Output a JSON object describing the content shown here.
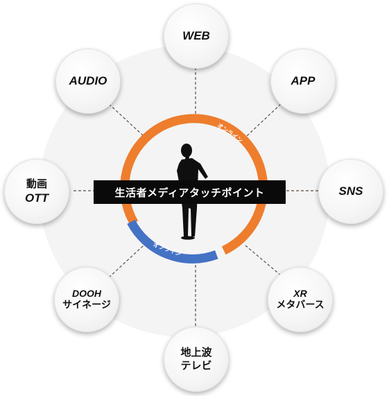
{
  "center_label": "生活者メディアタッチポイント",
  "ring": {
    "online_label": "オンライン",
    "offline_label": "オフライン",
    "online_color": "#ee7d2d",
    "offline_color": "#4472c4"
  },
  "nodes": {
    "web": "WEB",
    "app": "APP",
    "sns": "SNS",
    "xr_line1": "XR",
    "xr_line2": "メタバース",
    "tv_line1": "地上波",
    "tv_line2": "テレビ",
    "dooh_line1": "DOOH",
    "dooh_line2": "サイネージ",
    "ott_line1": "動画",
    "ott_line2": "OTT",
    "audio": "AUDIO"
  },
  "icons": {
    "center_figure": "person-thinking-silhouette-icon"
  }
}
